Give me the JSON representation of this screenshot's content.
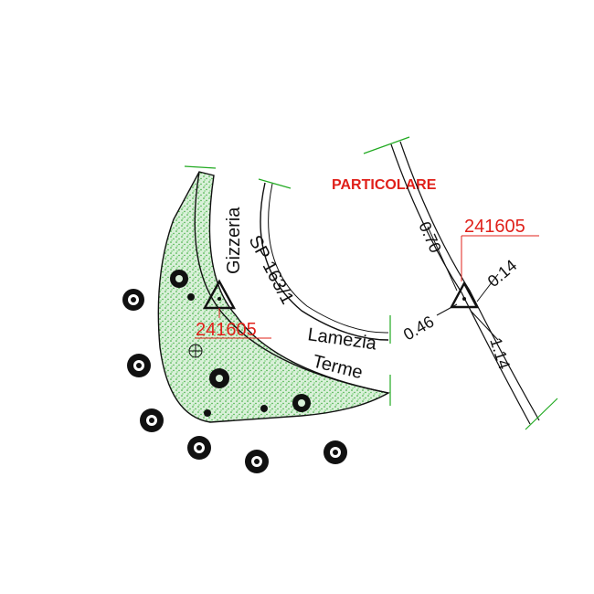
{
  "drawing": {
    "detail_title": "PARTICOLARE",
    "point_label_main": "241605",
    "point_label_detail": "241605",
    "road_label_1": "Gizzeria",
    "road_label_2": "SP 163/1",
    "road_label_3": "Lamezia",
    "road_label_4": "Terme",
    "dim_070": "0.70",
    "dim_014": "0.14",
    "dim_046": "0.46",
    "dim_114": "1.14",
    "colors": {
      "red": "#e0201a",
      "green_fill": "#d7efd7",
      "green_dots": "#2ea52e",
      "ink": "#111111",
      "edge_green": "#22aa22"
    }
  }
}
